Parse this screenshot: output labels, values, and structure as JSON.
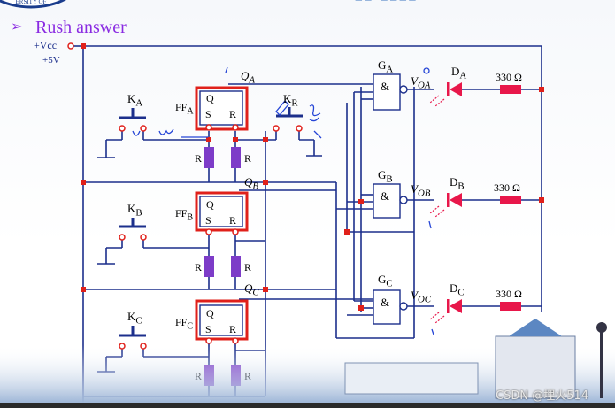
{
  "heading": {
    "bullet": "➢",
    "text": "Rush answer"
  },
  "supply": {
    "vcc": "+Vcc",
    "voltage": "+5V"
  },
  "keys": {
    "a": "K",
    "a_sub": "A",
    "b": "K",
    "b_sub": "B",
    "c": "K",
    "c_sub": "C",
    "reset": "K",
    "reset_sub": "R"
  },
  "flipflops": {
    "a": {
      "name": "FF",
      "sub": "A",
      "q": "Q",
      "s": "S",
      "r": "R"
    },
    "b": {
      "name": "FF",
      "sub": "B",
      "q": "Q",
      "s": "S",
      "r": "R"
    },
    "c": {
      "name": "FF",
      "sub": "C",
      "q": "Q",
      "s": "S",
      "r": "R"
    }
  },
  "resistor_label": "R",
  "outputs": {
    "qa": "Q",
    "qa_sub": "A",
    "qb": "Q",
    "qb_sub": "B",
    "qc": "Q",
    "qc_sub": "C"
  },
  "gates": {
    "a": {
      "name": "G",
      "sub": "A",
      "symbol": "&",
      "out": "V",
      "out_sub": "OA"
    },
    "b": {
      "name": "G",
      "sub": "B",
      "symbol": "&",
      "out": "V",
      "out_sub": "OB"
    },
    "c": {
      "name": "G",
      "sub": "C",
      "symbol": "&",
      "out": "V",
      "out_sub": "OC"
    }
  },
  "leds": {
    "a": {
      "name": "D",
      "sub": "A",
      "res": "330 Ω"
    },
    "b": {
      "name": "D",
      "sub": "B",
      "res": "330 Ω"
    },
    "c": {
      "name": "D",
      "sub": "C",
      "res": "330 Ω"
    }
  },
  "watermark": "CSDN @埋火514",
  "colors": {
    "wire": "#1c2f8c",
    "accent": "#8a2be2",
    "highlight": "#e0201a",
    "led": "#e8174a",
    "resistor": "#7d3cc8",
    "annotation": "#2545d6"
  }
}
